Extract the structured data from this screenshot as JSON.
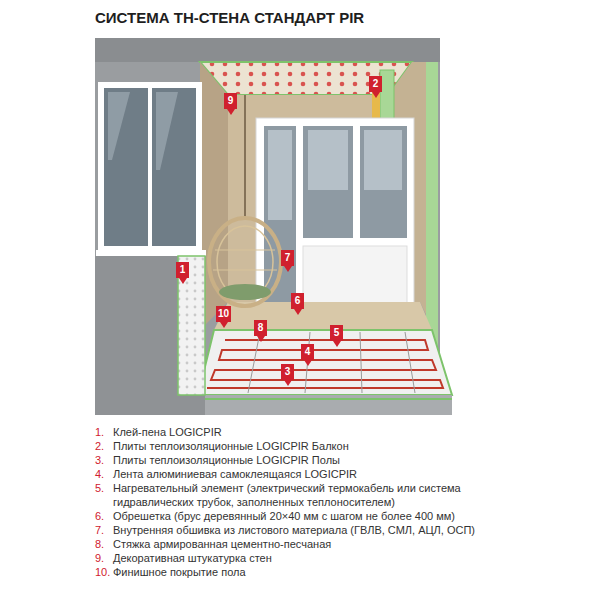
{
  "diagram": {
    "title": "СИСТЕМА ТН-СТЕНА СТАНДАРТ PIR",
    "labels": [
      "2",
      "9",
      "1",
      "7",
      "6",
      "10",
      "8",
      "5",
      "4",
      "3",
      "1.",
      "Клей-пена LOGICPIR",
      "2.",
      "Плиты теплоизоляционные LOGICPIR Балкон",
      "3.",
      "Плиты теплоизоляционные LOGICPIR Полы",
      "4.",
      "Лента алюминиевая самоклеящаяся LOGICPIR",
      "5.",
      "Нагревательный элемент (электрический термокабель или система гидравлических трубок, заполненных теплоносителем)",
      "6.",
      "Обрешетка (брус деревянный 20×40 мм с шагом не более 400 мм)",
      "7.",
      "Внутренняя обшивка из листового материала (ГВЛВ, СМЛ, АЦЛ, ОСП)",
      "8.",
      "Стяжка армированная цементно-песчаная",
      "9.",
      "Декоративная штукатурка стен",
      "10.",
      "Финишное покрытие пола"
    ]
  }
}
